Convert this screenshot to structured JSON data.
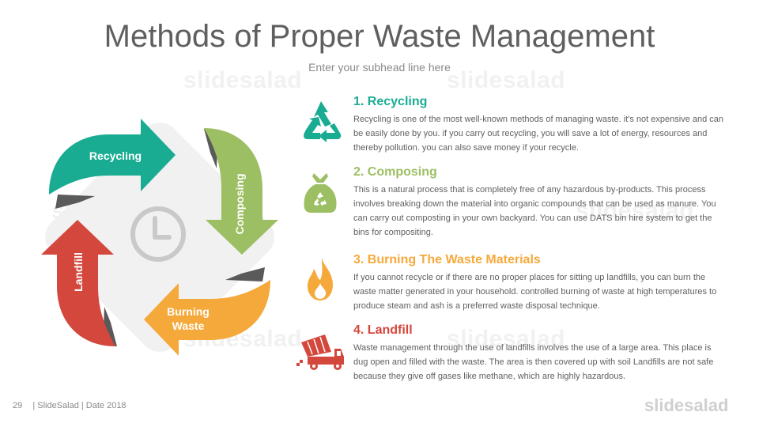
{
  "slide": {
    "title": "Methods of Proper Waste Management",
    "subtitle": "Enter your subhead line here",
    "watermark": "slidesalad"
  },
  "cycle": {
    "labels": {
      "recycling": "Recycling",
      "composing": "Composing",
      "burning_line1": "Burning",
      "burning_line2": "Waste",
      "landfill": "Landfill"
    },
    "colors": {
      "recycling": "#1aac93",
      "composing": "#9cbf63",
      "burning": "#f5a93b",
      "landfill": "#d4473d",
      "center": "#f1f1f1",
      "clock": "#c9c9c9",
      "shadow": "#5a5a5a"
    },
    "center_icon": "clock-icon"
  },
  "items": [
    {
      "heading": "1. Recycling",
      "color": "#1aac93",
      "icon": "recycle-icon",
      "text": "Recycling is one of the most well-known methods of managing waste. it's not expensive and can be easily done by you. if you carry out recycling, you will save a lot of energy, resources and thereby pollution. you can also save money if your recycle."
    },
    {
      "heading": "2. Composing",
      "color": "#9cbf63",
      "icon": "compost-bag-icon",
      "text": "This is a natural process that is completely free of any hazardous by-products. This process involves breaking down the material into organic compounds that can be used as manure. You can carry out composting in your own backyard. You can use DATS bin hire system to get the bins for compositing."
    },
    {
      "heading": "3. Burning The Waste Materials",
      "color": "#f5a93b",
      "icon": "flame-icon",
      "text": "If you cannot recycle or if there are no proper places for sitting up landfills, you can burn the waste matter generated in your household. controlled burning of waste at high temperatures to produce steam and ash is a preferred waste disposal technique."
    },
    {
      "heading": "4. Landfill",
      "color": "#d4473d",
      "icon": "dump-truck-icon",
      "text": "Waste management through the use of landfills involves the use of a large area. This place is dug open and filled with the waste. The area is then covered up with soil Landfills are not safe because they give off gases like methane, which are highly hazardous."
    }
  ],
  "footer": {
    "page": "29",
    "text": "| SlideSalad | Date 2018",
    "brand": "slidesalad"
  }
}
